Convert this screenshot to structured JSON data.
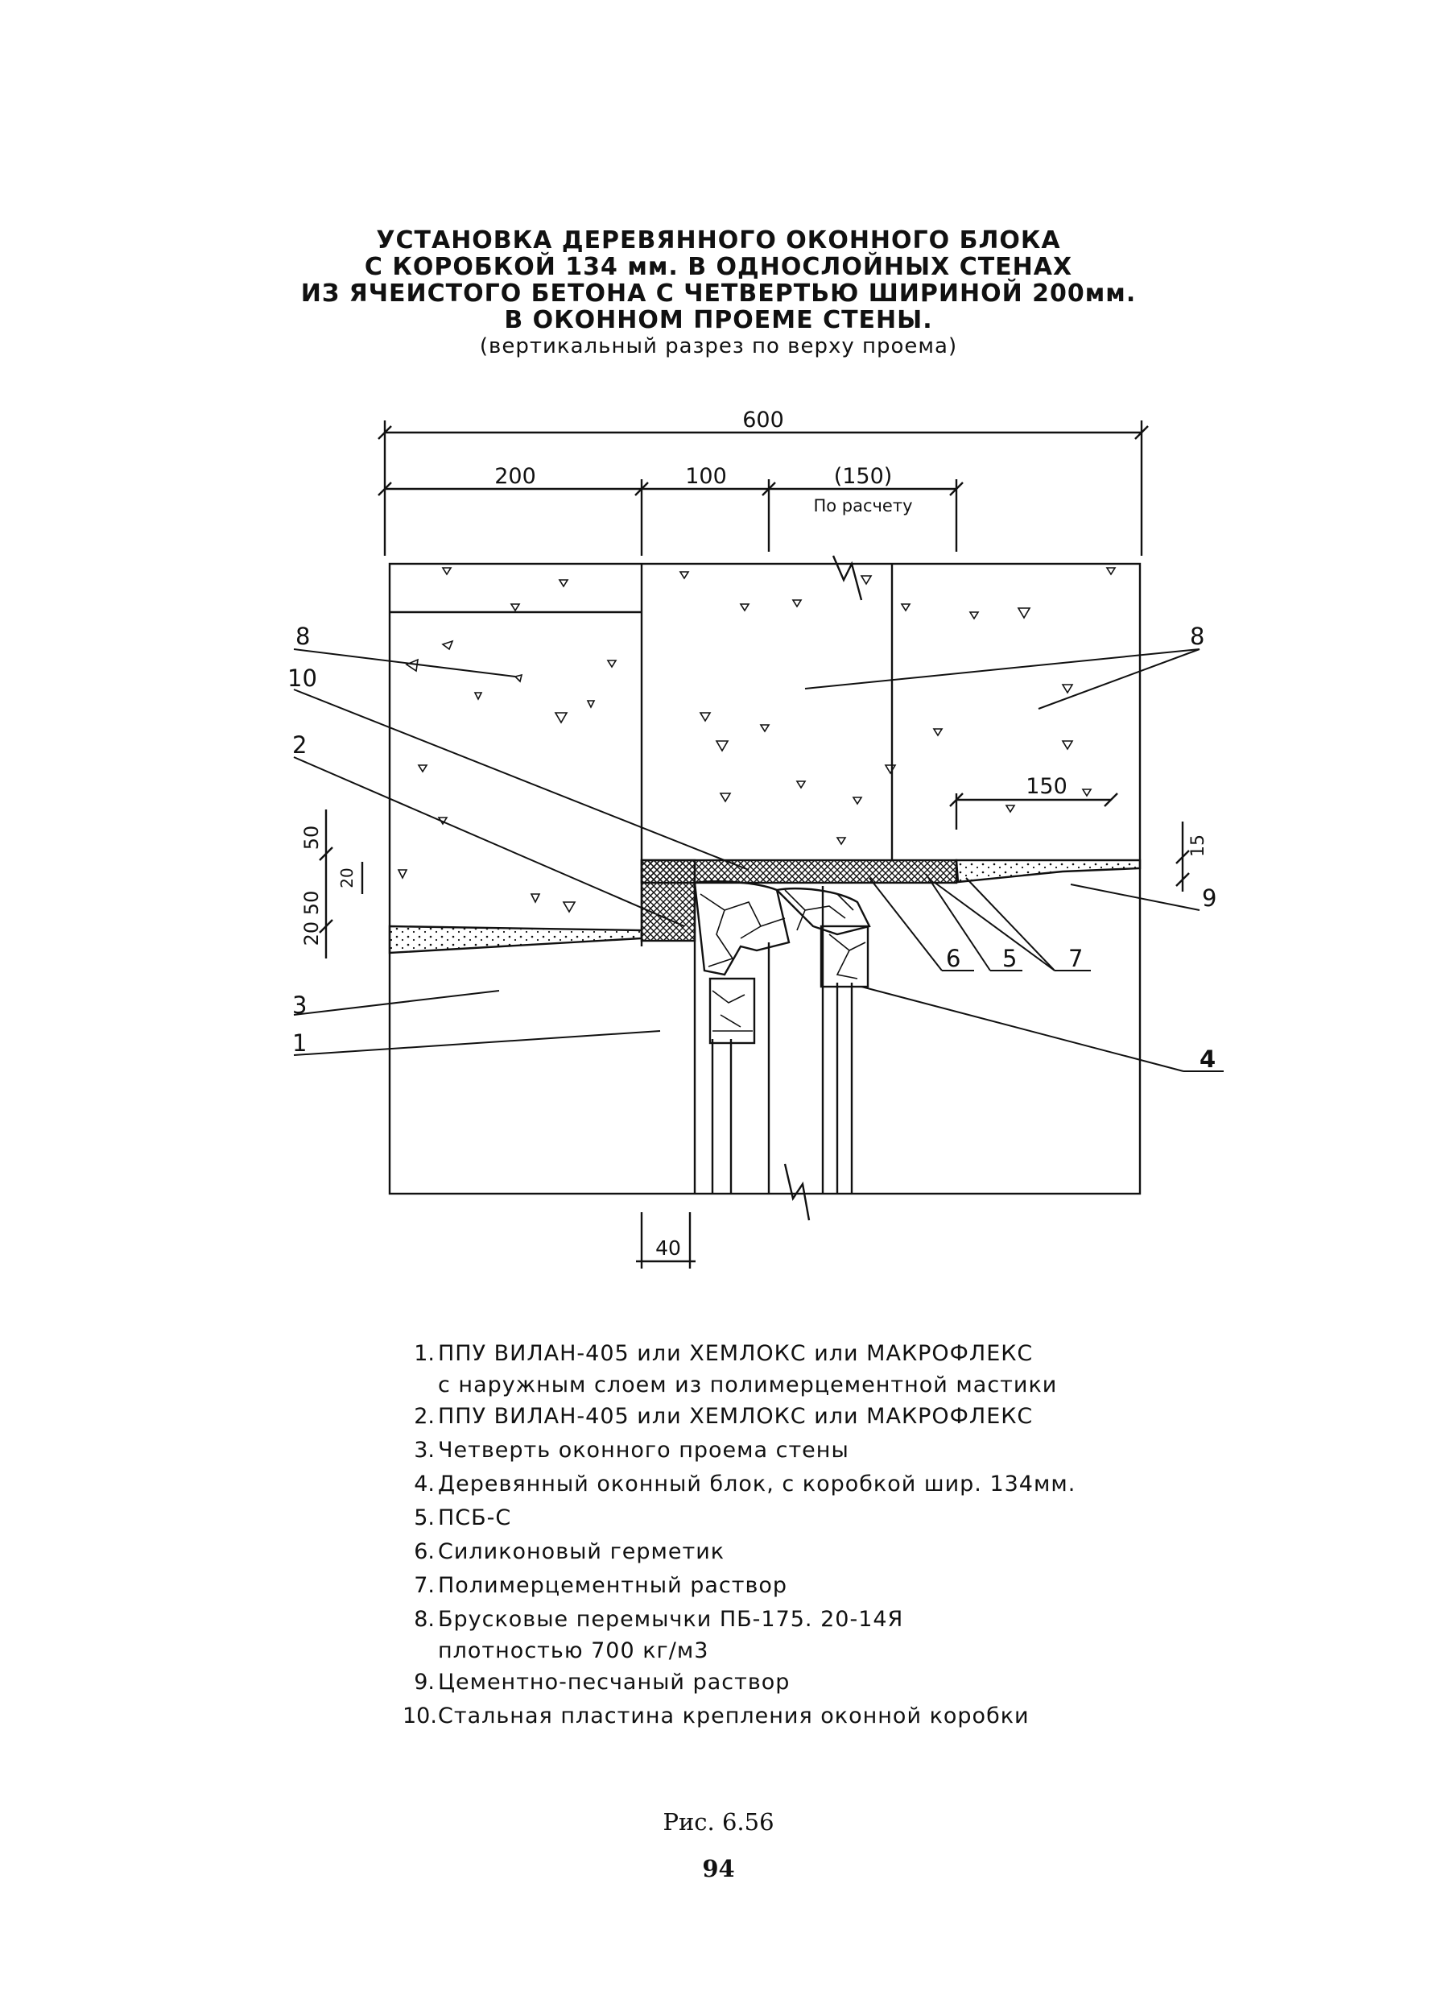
{
  "title": {
    "line1": "УСТАНОВКА ДЕРЕВЯННОГО ОКОННОГО БЛОКА",
    "line2": "С КОРОБКОЙ 134 мм. В ОДНОСЛОЙНЫХ СТЕНАХ",
    "line3": "ИЗ ЯЧЕИСТОГО БЕТОНА С ЧЕТВЕРТЬЮ ШИРИНОЙ 200мм.",
    "line4": "В ОКОННОМ ПРОЕМЕ СТЕНЫ.",
    "line5": "(вертикальный разрез по верху проема)"
  },
  "drawing": {
    "dimensions": {
      "overall": "600",
      "d200": "200",
      "d100": "100",
      "d150": "(150)",
      "po_raschetu": "По расчету",
      "d150_inner": "150",
      "d15": "15",
      "d50_top": "50",
      "d20_inner": "20",
      "d20_50": "20 50",
      "d40": "40"
    },
    "callouts": {
      "c8_left": "8",
      "c8_right": "8",
      "c10": "10",
      "c2": "2",
      "c3": "3",
      "c1": "1",
      "c9": "9",
      "c6": "6",
      "c5": "5",
      "c7": "7",
      "c4": "4"
    }
  },
  "legend": {
    "items": [
      {
        "num": "1.",
        "text": "ППУ ВИЛАН-405 или ХЕМЛОКС или МАКРОФЛЕКС"
      },
      {
        "num": "",
        "text": "с наружным слоем из полимерцементной мастики"
      },
      {
        "num": "2.",
        "text": "ППУ ВИЛАН-405 или ХЕМЛОКС или МАКРОФЛЕКС"
      },
      {
        "num": "3.",
        "text": "Четверть оконного проема стены"
      },
      {
        "num": "4.",
        "text": "Деревянный оконный блок, с коробкой шир. 134мм."
      },
      {
        "num": "5.",
        "text": "ПСБ-С"
      },
      {
        "num": "6.",
        "text": "Силиконовый герметик"
      },
      {
        "num": "7.",
        "text": "Полимерцементный раствор"
      },
      {
        "num": "8.",
        "text": "Брусковые перемычки ПБ-175. 20-14Я"
      },
      {
        "num": "",
        "text": "плотностью 700 кг/м3"
      },
      {
        "num": "9.",
        "text": "Цементно-песчаный раствор"
      },
      {
        "num": "10.",
        "text": "Стальная пластина крепления оконной коробки"
      }
    ]
  },
  "figure": {
    "caption": "Рис. 6.56",
    "page": "94"
  }
}
